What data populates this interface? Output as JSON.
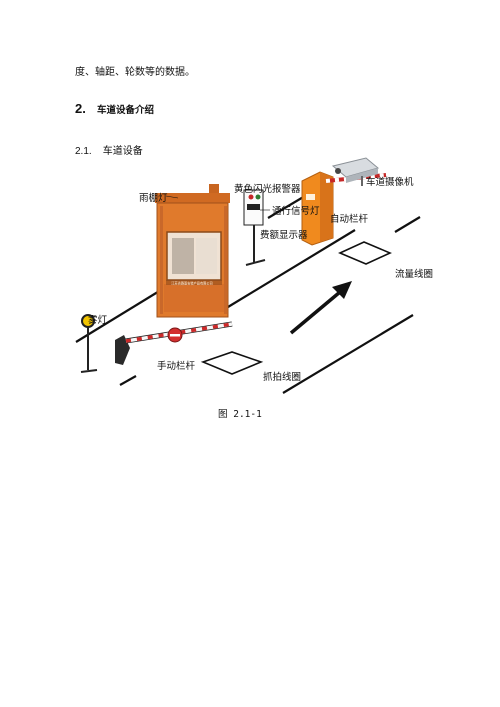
{
  "document": {
    "intro_text": "度、轴距、轮数等的数据。",
    "section": {
      "number": "2.",
      "title": "车道设备介绍"
    },
    "subsection": {
      "number": "2.1.",
      "title": "车道设备"
    },
    "figure": {
      "caption": "图 2.1-1",
      "labels": {
        "canopy_light": "雨棚灯",
        "yellow_alarm": "黄色闪光报警器",
        "lane_camera": "车道摄像机",
        "traffic_signal": "通行信号灯",
        "auto_barrier": "自动栏杆",
        "fee_display": "费额显示器",
        "flow_coil": "流量线圈",
        "fog_light": "雾灯",
        "manual_barrier": "手动栏杆",
        "capture_coil": "抓拍线圈"
      },
      "booth_plate_text": "江苏省路面安装产品有限公司",
      "colors": {
        "booth": "#e07a2c",
        "barrier_stripe": "#cc2a2a",
        "auto_barrier": "#f08a1e"
      }
    }
  }
}
